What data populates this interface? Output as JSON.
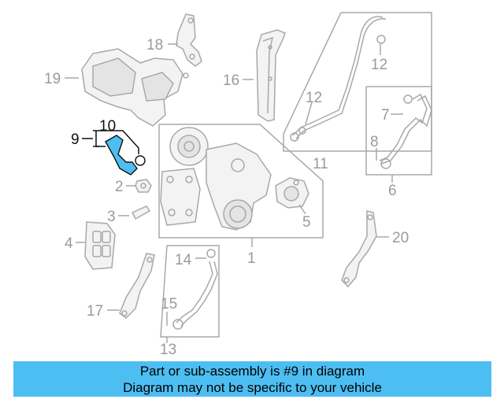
{
  "callouts": {
    "c1": "1",
    "c2": "2",
    "c3": "3",
    "c4": "4",
    "c5": "5",
    "c6": "6",
    "c7": "7",
    "c8": "8",
    "c9": "9",
    "c10": "10",
    "c11": "11",
    "c12a": "12",
    "c12b": "12",
    "c13": "13",
    "c14": "14",
    "c15": "15",
    "c16": "16",
    "c17": "17",
    "c18": "18",
    "c19": "19",
    "c20": "20"
  },
  "highlight": {
    "part": "9",
    "color": "#4dbef2"
  },
  "banner": {
    "line1": "Part or sub-assembly is #9 in diagram",
    "line2": "Diagram may not be specific to your vehicle",
    "background": "#4dbef2"
  }
}
